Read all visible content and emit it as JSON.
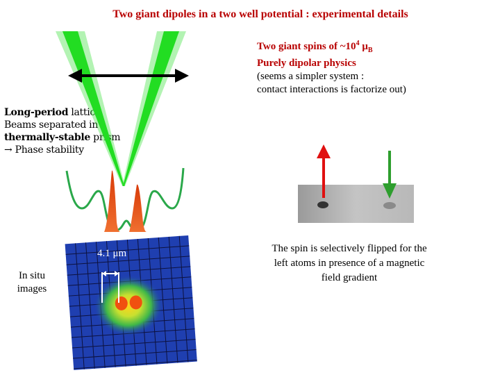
{
  "title": "Two giant dipoles in a two well potential : experimental details",
  "spins": {
    "line1_prefix": "Two giant spins of ~10",
    "line1_sup": "4",
    "line1_unit": " μ",
    "line1_sub": "B",
    "line2": "Purely dipolar physics",
    "line3": "(seems a simpler system :",
    "line4": "contact interactions is factorize out)"
  },
  "lattice": {
    "l1_bold": "Long-period",
    "l1_rest": " lattice",
    "l2": "Beams separated in a",
    "l3_bold": "thermally-stable",
    "l3_rest": " prism",
    "l4": "→ Phase stability"
  },
  "flip_text": {
    "line1": "The spin is selectively flipped for the",
    "line2": "left atoms in presence of a magnetic",
    "line3": "field gradient"
  },
  "insitu": {
    "line1": "In situ",
    "line2": "images"
  },
  "scale_label": "4.1 μm",
  "colors": {
    "title": "#b80000",
    "beam": "#22dd22",
    "potential": "#2aa84a",
    "peaks": "#e85010",
    "spin_up": "#e01010",
    "spin_down": "#2e9e2e",
    "grid_bg": "#1f3fb0"
  }
}
